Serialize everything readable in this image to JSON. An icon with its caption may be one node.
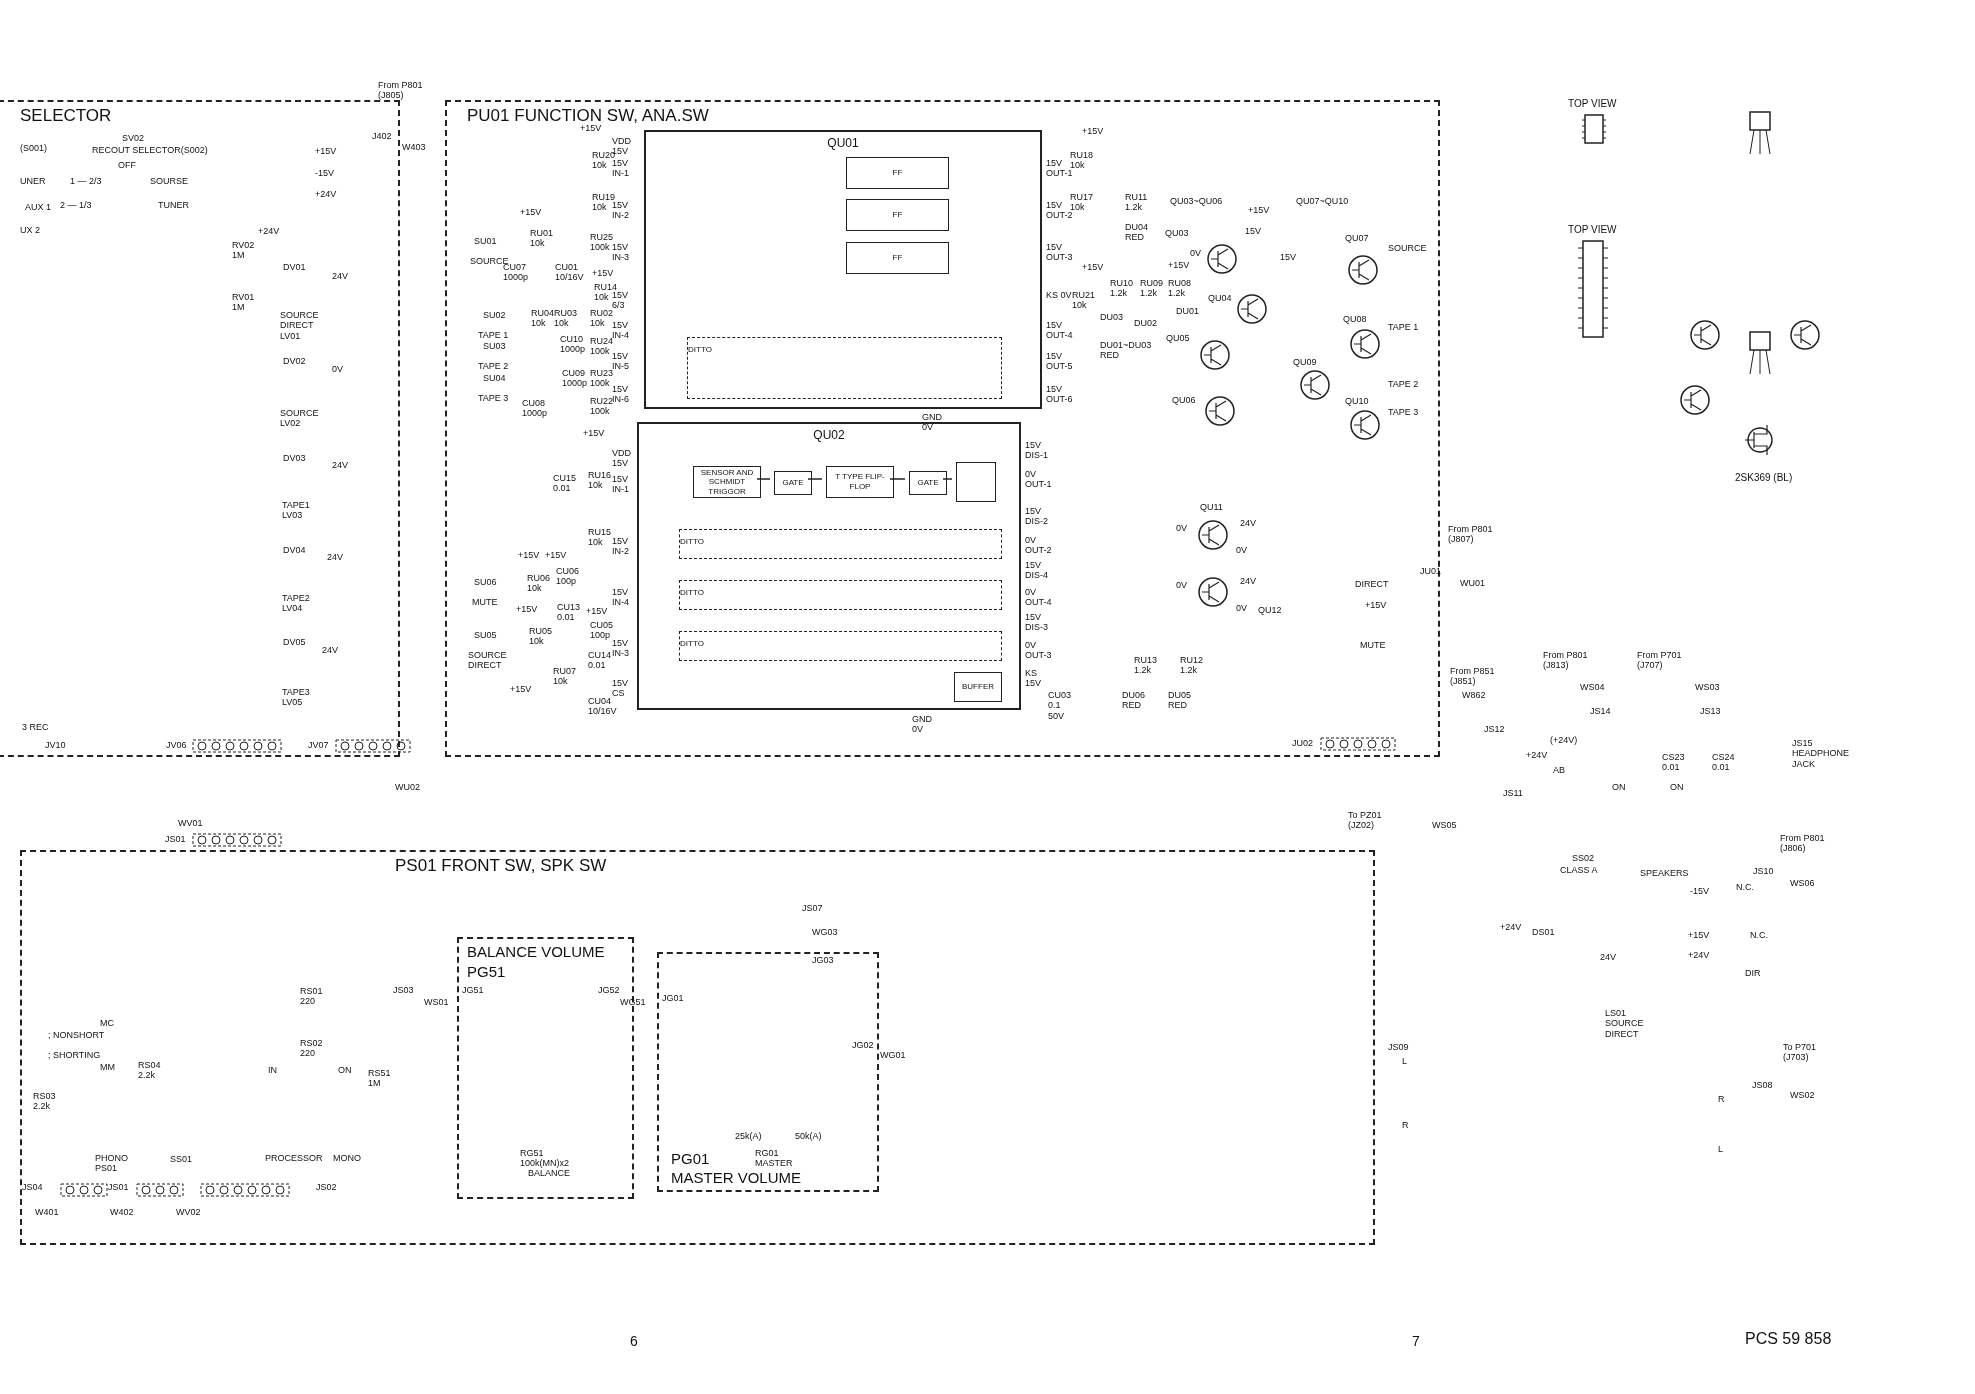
{
  "diagram": {
    "nodes": [
      {
        "text": [
          "SELECTOR"
        ]
      },
      {
        "text": [
          "PU01 FUNCTION SW, ANA.SW"
        ]
      },
      {
        "text": [
          "QU01"
        ],
        "in": 1
      },
      {
        "text": [
          "FF"
        ],
        "in": 2
      },
      {
        "text": [
          "FF"
        ],
        "in": 2
      },
      {
        "text": [
          "FF"
        ],
        "in": 2
      },
      {
        "text": [
          "DITTO"
        ],
        "in": 2
      },
      {
        "text": [
          "QU02"
        ],
        "in": 1
      },
      {
        "text": [
          "SENSOR AND SCHMIDT TRIGGOR"
        ],
        "in": 7
      },
      {
        "text": [
          "GATE"
        ],
        "in": 7
      },
      {
        "text": [
          "T TYPE FLIP-FLOP"
        ],
        "in": 7
      },
      {
        "text": [
          "GATE"
        ],
        "in": 7
      },
      {
        "text": [],
        "shape": "box",
        "in": 7
      },
      {
        "text": [
          "DITTO"
        ],
        "in": 7
      },
      {
        "text": [
          "DITTO"
        ],
        "in": 7
      },
      {
        "text": [
          "DITTO"
        ],
        "in": 7
      },
      {
        "text": [
          "BUFFER"
        ],
        "in": 7
      },
      {
        "text": [
          "PS01 FRONT SW, SPK SW"
        ]
      },
      {
        "text": [
          "BALANCE VOLUME",
          "PG51"
        ],
        "in": 17
      },
      {
        "text": [
          "PG01",
          "MASTER VOLUME"
        ],
        "in": 17
      }
    ],
    "edges": [
      {
        "from": 8,
        "to": 9,
        "arrow": "none"
      },
      {
        "from": 9,
        "to": 10,
        "arrow": "none"
      },
      {
        "from": 10,
        "to": 11,
        "arrow": "none"
      },
      {
        "from": 11,
        "to": 12,
        "arrow": "none"
      }
    ],
    "labels": [
      "(S001)",
      "SV02",
      "RECOUT SELECTOR(S002)",
      "UNER",
      "OFF",
      "1 — 2/3",
      "SOURSE",
      "AUX 1",
      "2 — 1/3",
      "TUNER",
      "UX 2",
      "+15V",
      "-15V",
      "+24V",
      "J402",
      "W403",
      "From P801 (J805)",
      "+24V",
      "RV02 1M",
      "RV01 1M",
      "DV01",
      "24V",
      "SOURCE DIRECT LV01",
      "DV02",
      "0V",
      "SOURCE LV02",
      "DV03",
      "24V",
      "TAPE1 LV03",
      "DV04",
      "24V",
      "TAPE2 LV04",
      "DV05",
      "24V",
      "TAPE3 LV05",
      "3 REC",
      "JV10",
      "JV06",
      "JV07",
      "WU02",
      "WV01",
      "JS01",
      "+15V",
      "VDD 15V",
      "RU20 10k",
      "15V IN-1",
      "RU19 10k",
      "15V IN-2",
      "+15V",
      "RU01 10k",
      "SU01",
      "SOURCE",
      "CU07 1000p",
      "CU01 10/16V",
      "RU25 100k",
      "15V IN-3",
      "+15V",
      "RU14 10k",
      "15V 6/3",
      "RU04 10k",
      "RU03 10k",
      "RU02 10k",
      "SU02",
      "TAPE 1",
      "15V IN-4",
      "CU10 1000p",
      "RU24 100k",
      "SU03",
      "TAPE 2",
      "15V IN-5",
      "CU09 1000p",
      "RU23 100k",
      "SU04",
      "TAPE 3",
      "15V IN-6",
      "CU08 1000p",
      "RU22 100k",
      "GND 0V",
      "15V OUT-1",
      "15V OUT-2",
      "15V OUT-3",
      "KS 0V",
      "15V OUT-4",
      "15V OUT-5",
      "15V OUT-6",
      "+15V",
      "RU18 10k",
      "RU17 10k",
      "RU11 1.2k",
      "DU04 RED",
      "+15V",
      "RU21 10k",
      "RU10 1.2k",
      "RU09 1.2k",
      "RU08 1.2k",
      "DU03",
      "DU02",
      "DU01",
      "DU01~DU03 RED",
      "QU03~QU06",
      "+15V",
      "QU07~QU10",
      "QU03",
      "0V",
      "15V",
      "QU07",
      "SOURCE",
      "15V",
      "+15V",
      "QU04",
      "QU08",
      "TAPE 1",
      "QU05",
      "QU09",
      "TAPE 2",
      "QU06",
      "QU10",
      "TAPE 3",
      "+15V",
      "VDD 15V",
      "CU15 0.01",
      "RU16 10k",
      "15V IN-1",
      "RU15 10k",
      "15V IN-2",
      "+15V",
      "+15V",
      "RU06 10k",
      "CU06 100p",
      "SU06",
      "MUTE",
      "15V IN-4",
      "CU13 0.01",
      "+15V",
      "+15V",
      "RU05 10k",
      "CU05 100p",
      "SU05",
      "SOURCE DIRECT",
      "15V IN-3",
      "CU14 0.01",
      "RU07 10k",
      "+15V",
      "15V CS",
      "CU04 10/16V",
      "GND 0V",
      "15V DIS-1",
      "0V OUT-1",
      "15V DIS-2",
      "0V OUT-2",
      "15V DIS-4",
      "0V OUT-4",
      "15V DIS-3",
      "0V OUT-3",
      "KS 15V",
      "CU03 0.1 50V",
      "RU13 1.2k",
      "RU12 1.2k",
      "DU06 RED",
      "DU05 RED",
      "QU11",
      "0V",
      "24V",
      "0V",
      "0V",
      "24V",
      "0V",
      "QU12",
      "DIRECT",
      "+15V",
      "MUTE",
      "From P801 (J807)",
      "JU01",
      "WU01",
      "JU02",
      "From P851 (J851)",
      "W862",
      "JS12",
      "JS11",
      "To PZ01 (JZ02)",
      "WS05",
      "+24V",
      "(+24V)",
      "AB",
      "From P801 (J813)",
      "WS04",
      "JS14",
      "From P701 (J707)",
      "WS03",
      "JS13",
      "CS23 0.01",
      "CS24 0.01",
      "JS15 HEADPHONE JACK",
      "ON",
      "ON",
      "SS02",
      "CLASS A",
      "SPEAKERS",
      "TOP VIEW",
      "TOP VIEW",
      "2SK369 (BL)",
      "; NONSHORT",
      "; SHORTING",
      "MC",
      "MM",
      "RS04 2.2k",
      "RS03 2.2k",
      "PHONO PS01",
      "SS01",
      "IN",
      "PROCESSOR",
      "ON",
      "MONO",
      "RS01 220",
      "RS02 220",
      "RS51 1M",
      "JS03",
      "WS01",
      "JG51",
      "RG51 100k(MN)x2",
      "BALANCE",
      "JG52",
      "WG51",
      "JS04",
      "JS01",
      "JS02",
      "W401",
      "W402",
      "WV02",
      "JS07",
      "WG03",
      "JG03",
      "JG01",
      "JG02",
      "WG01",
      "25k(A)",
      "50k(A)",
      "RG01 MASTER",
      "JS09",
      "L",
      "R",
      "+24V",
      "DS01",
      "24V",
      "LS01 SOURCE DIRECT",
      "R",
      "L",
      "JS08",
      "WS02",
      "To P701 (J703)",
      "From P801 (J806)",
      "JS10",
      "-15V",
      "N.C.",
      "WS06",
      "+15V",
      "N.C.",
      "+24V",
      "DIR",
      "6",
      "7",
      "PCS 59 858"
    ]
  }
}
